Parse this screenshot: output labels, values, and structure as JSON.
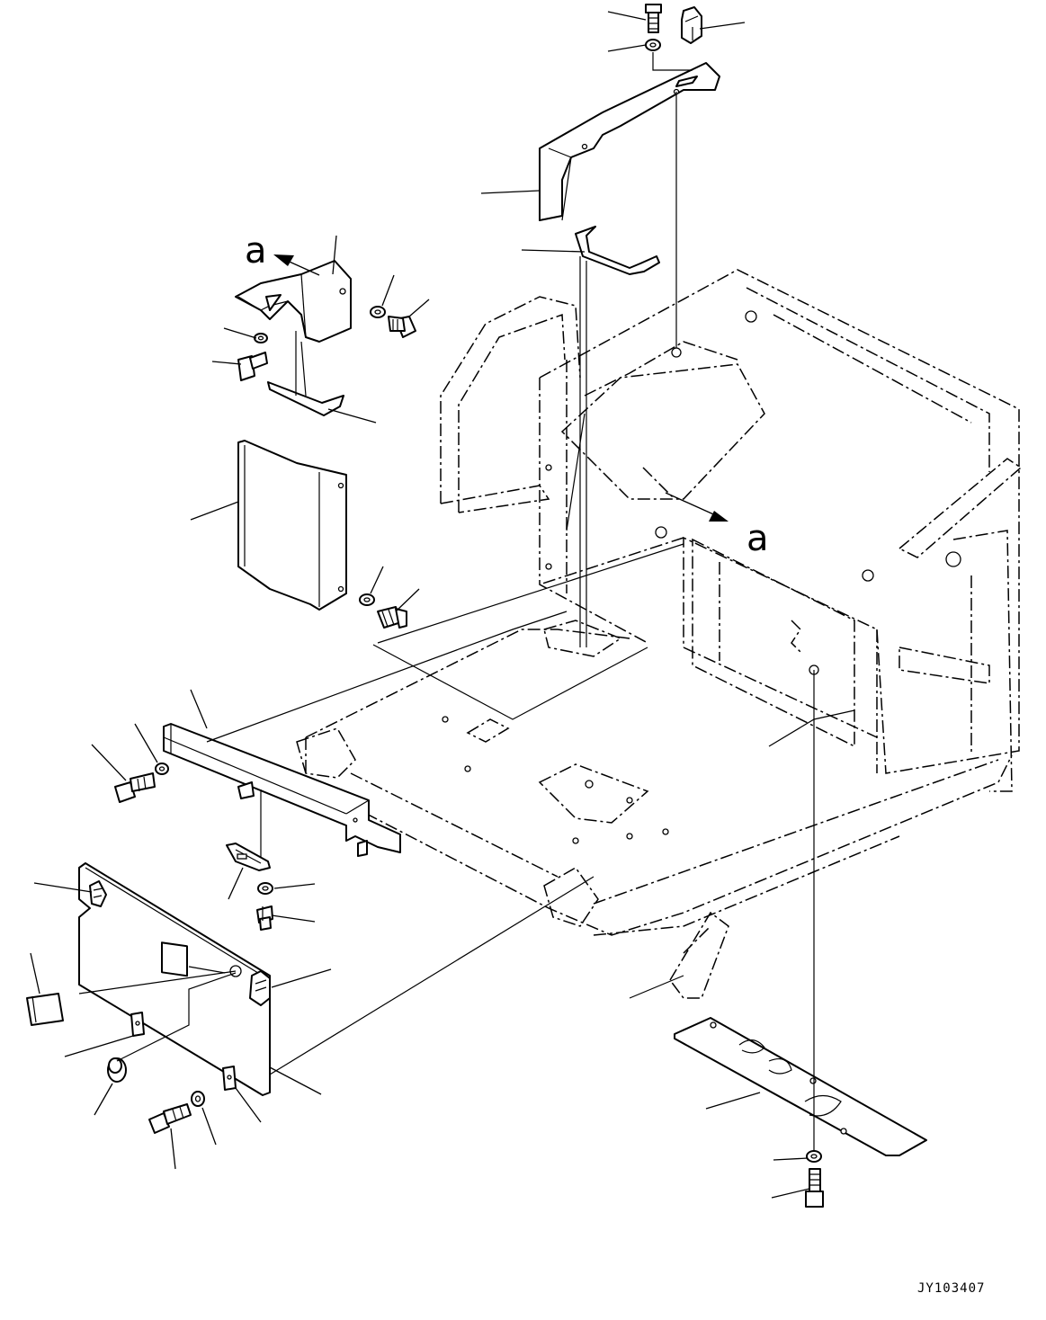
{
  "diagram": {
    "view_letters": [
      "a",
      "a"
    ],
    "drawing_code": "JY103407"
  }
}
